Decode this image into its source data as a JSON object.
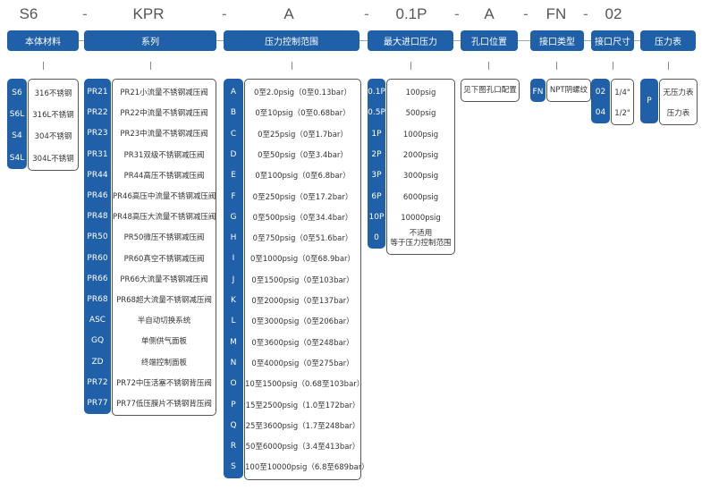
{
  "top_codes": [
    "S6",
    "KPR",
    "A",
    "0.1P",
    "A",
    "FN",
    "02"
  ],
  "separator": "-",
  "headers": [
    "本体材料",
    "系列",
    "压力控制范围",
    "最大进口压力",
    "孔口位置",
    "接口类型",
    "接口尺寸",
    "压力表"
  ],
  "material": {
    "codes": [
      "S6",
      "S6L",
      "S4",
      "S4L"
    ],
    "descs": [
      "316不锈钢",
      "316L不锈钢",
      "304不锈钢",
      "304L不锈钢"
    ]
  },
  "series": {
    "codes": [
      "PR21",
      "PR22",
      "PR23",
      "PR31",
      "PR44",
      "PR46",
      "PR48",
      "PR50",
      "PR60",
      "PR66",
      "PR68",
      "ASC",
      "GQ",
      "ZD",
      "PR72",
      "PR77"
    ],
    "descs": [
      "PR21小流量不锈钢减压阀",
      "PR22中流量不锈钢减压阀",
      "PR23中流量不锈钢减压阀",
      "PR31双级不锈钢减压阀",
      "PR44高压不锈钢减压阀",
      "PR46高压中流量不锈钢减压阀",
      "PR48高压大流量不锈钢减压阀",
      "PR50微压不锈钢减压阀",
      "PR60真空不锈钢减压阀",
      "PR66大流量不锈钢减压阀",
      "PR68超大流量不锈钢减压阀",
      "半自动切换系统",
      "单侧供气面板",
      "终端控制面板",
      "PR72中压活塞不锈钢背压阀",
      "PR77低压膜片不锈钢背压阀"
    ]
  },
  "pressure_range": {
    "codes": [
      "A",
      "B",
      "C",
      "D",
      "E",
      "F",
      "G",
      "H",
      "I",
      "J",
      "K",
      "L",
      "M",
      "N",
      "O",
      "P",
      "Q",
      "R",
      "S"
    ],
    "descs": [
      "0至2.0psig（0至0.13bar）",
      "0至10psig（0至0.68bar）",
      "0至25psig（0至1.7bar）",
      "0至50psig（0至3.4bar）",
      "0至100psig（0至6.8bar）",
      "0至250psig（0至17.2bar）",
      "0至500psig（0至34.4bar）",
      "0至750psig（0至51.6bar）",
      "0至1000psig（0至68.9bar）",
      "0至1500psig（0至103bar）",
      "0至2000psig（0至137bar）",
      "0至3000psig（0至206bar）",
      "0至3600psig（0至248bar）",
      "0至4000psig（0至275bar）",
      "10至1500psig（0.68至103bar）",
      "15至2500psig（1.0至172bar）",
      "25至3600psig（1.7至248bar）",
      "50至6000psig（3.4至413bar）",
      "100至10000psig（6.8至689bar）"
    ]
  },
  "max_inlet": {
    "codes": [
      "0.1P",
      "0.5P",
      "1P",
      "2P",
      "3P",
      "6P",
      "10P",
      "0"
    ],
    "descs": [
      "100psig",
      "500psig",
      "1000psig",
      "2000psig",
      "3000psig",
      "6000psig",
      "10000psig",
      "不适用\n等于压力控制范围"
    ]
  },
  "port_position": {
    "desc": "见下图孔口配置"
  },
  "port_type": {
    "code": "FN",
    "desc": "NPT阴螺纹"
  },
  "port_size": {
    "codes": [
      "02",
      "04"
    ],
    "descs": [
      "1/4\"",
      "1/2\""
    ]
  },
  "gauge": {
    "code": "P",
    "descs": [
      "无压力表",
      "压力表"
    ]
  }
}
